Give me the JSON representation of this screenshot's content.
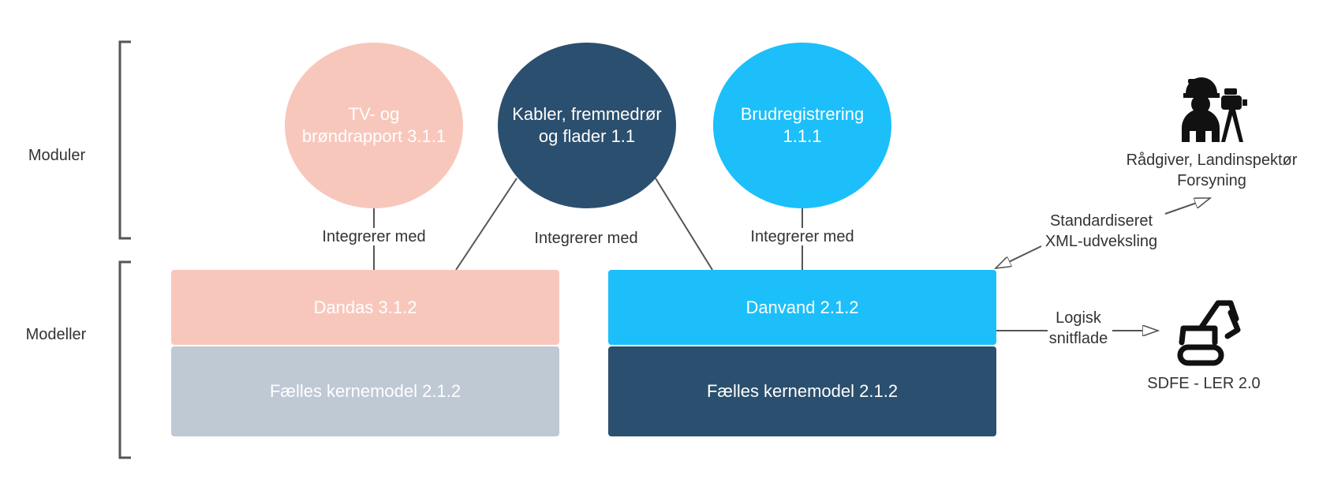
{
  "left_labels": {
    "modules": "Moduler",
    "models": "Modeller"
  },
  "modules": [
    {
      "line1": "TV- og",
      "line2": "brøndrapport 3.1.1",
      "color": "#f8c7bc",
      "text_color": "#ffffff"
    },
    {
      "line1": "Kabler, fremmedrør",
      "line2": "og flader 1.1",
      "color": "#2b4f6e",
      "text_color": "#ffffff"
    },
    {
      "line1": "Brudregistrering",
      "line2": "1.1.1",
      "color": "#1cbffa",
      "text_color": "#ffffff"
    }
  ],
  "connectors": {
    "left": "Integrerer med",
    "center": "Integrerer med",
    "right": "Integrerer med"
  },
  "models": {
    "dandas": {
      "label": "Dandas 3.1.2",
      "color": "#f8c7bc"
    },
    "common_left": {
      "label": "Fælles kernemodel 2.1.2",
      "color": "#bfc9d4"
    },
    "danvand": {
      "label": "Danvand 2.1.2",
      "color": "#1cbffa"
    },
    "common_right": {
      "label": "Fælles kernemodel 2.1.2",
      "color": "#2b4f6e"
    }
  },
  "external": {
    "advisor": {
      "line1": "Rådgiver, Landinspektør",
      "line2": "Forsyning",
      "icon": "surveyor-icon"
    },
    "xml": {
      "line1": "Standardiseret",
      "line2": "XML-udveksling"
    },
    "interface": {
      "line1": "Logisk",
      "line2": "snitflade"
    },
    "sdfe": {
      "label": "SDFE - LER 2.0",
      "icon": "excavator-icon"
    }
  }
}
